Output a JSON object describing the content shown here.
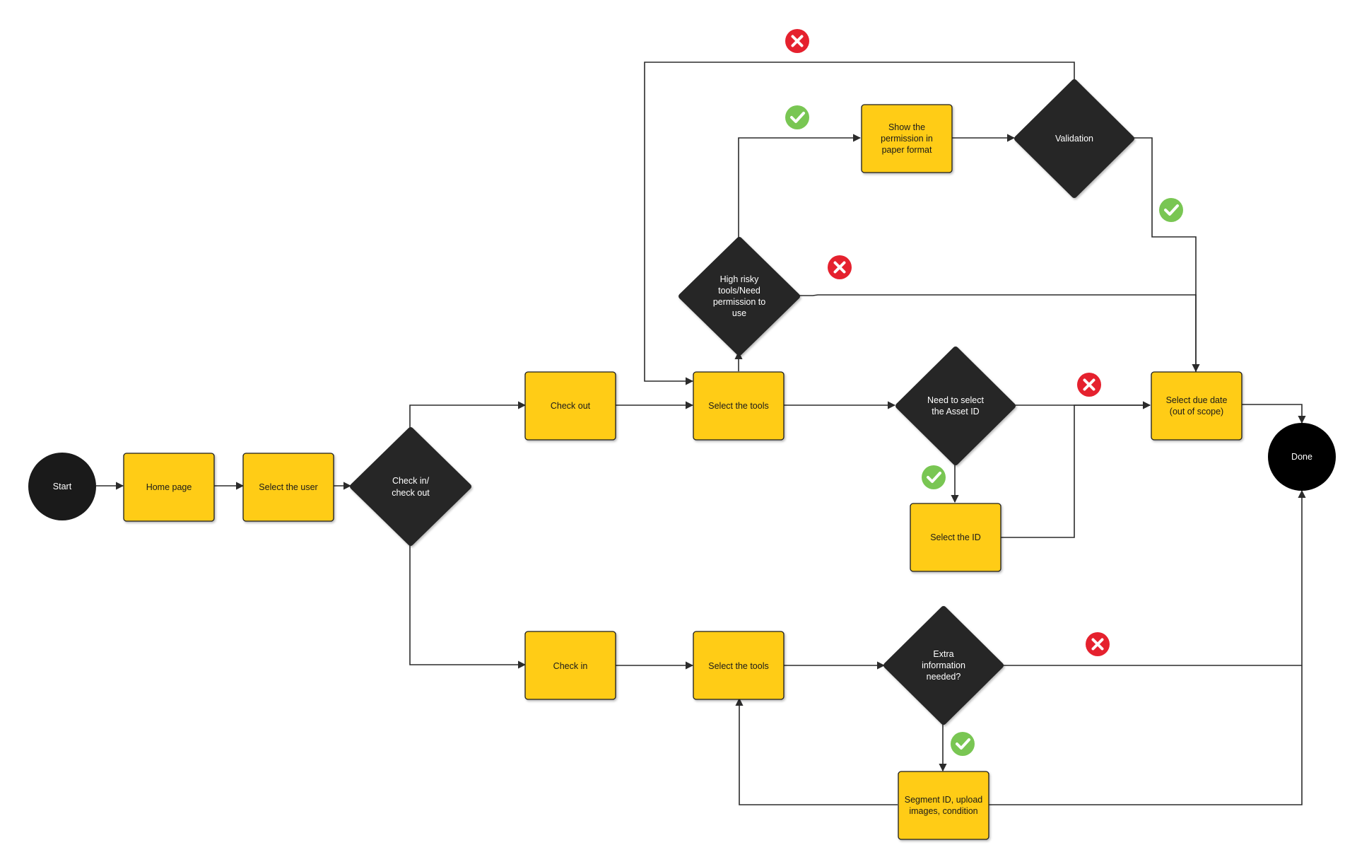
{
  "colors": {
    "process": "#FFCC12",
    "decision": "#262626",
    "terminal": "#1a1a1a",
    "edge": "#2b2b2b",
    "yes": "#79C653",
    "no": "#E5212E"
  },
  "nodes": {
    "start": {
      "lines": [
        "Start"
      ]
    },
    "home": {
      "lines": [
        "Home page"
      ]
    },
    "select_user": {
      "lines": [
        "Select the user"
      ]
    },
    "check_in_out": {
      "lines": [
        "Check in/",
        "check out"
      ]
    },
    "check_out": {
      "lines": [
        "Check out"
      ]
    },
    "select_tools_out": {
      "lines": [
        "Select the tools"
      ]
    },
    "high_risk": {
      "lines": [
        "High risky",
        "tools/Need",
        "permission to",
        "use"
      ]
    },
    "show_permission": {
      "lines": [
        "Show the",
        "permission in",
        "paper format"
      ]
    },
    "validation": {
      "lines": [
        "Validation"
      ]
    },
    "need_asset": {
      "lines": [
        "Need to select",
        "the Asset ID"
      ]
    },
    "select_id": {
      "lines": [
        "Select the ID"
      ]
    },
    "due_date": {
      "lines": [
        "Select due date",
        "(out of scope)"
      ]
    },
    "done": {
      "lines": [
        "Done"
      ]
    },
    "check_in": {
      "lines": [
        "Check in"
      ]
    },
    "select_tools_in": {
      "lines": [
        "Select the tools"
      ]
    },
    "extra_info": {
      "lines": [
        "Extra",
        "information",
        "needed?"
      ]
    },
    "segment": {
      "lines": [
        "Segment ID, upload",
        "images, condition"
      ]
    }
  },
  "markers": {
    "yes_icon": "check-icon",
    "no_icon": "cross-icon"
  }
}
